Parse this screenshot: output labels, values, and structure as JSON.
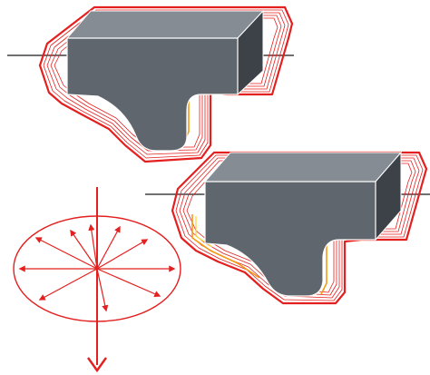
{
  "colors": {
    "background": "#ffffff",
    "block_front": "#5f666d",
    "block_top": "#858c93",
    "block_side": "#3c4247",
    "block_edge": "#ffffff",
    "contour_red": "#e3201f",
    "contour_orange": "#f39c12",
    "contour_yellow": "#f7d53b",
    "guide_line": "#1a1a1a",
    "arrow_red": "#e3201f"
  },
  "figures": [
    {
      "id": "upper-block",
      "shape": "t-shaped extruded body with stacked offset contour lines"
    },
    {
      "id": "lower-block",
      "shape": "t-shaped extruded body with stacked offset contour lines"
    },
    {
      "id": "direction-indicator",
      "shape": "ellipse with radial arrows and downward axis arrow"
    }
  ]
}
